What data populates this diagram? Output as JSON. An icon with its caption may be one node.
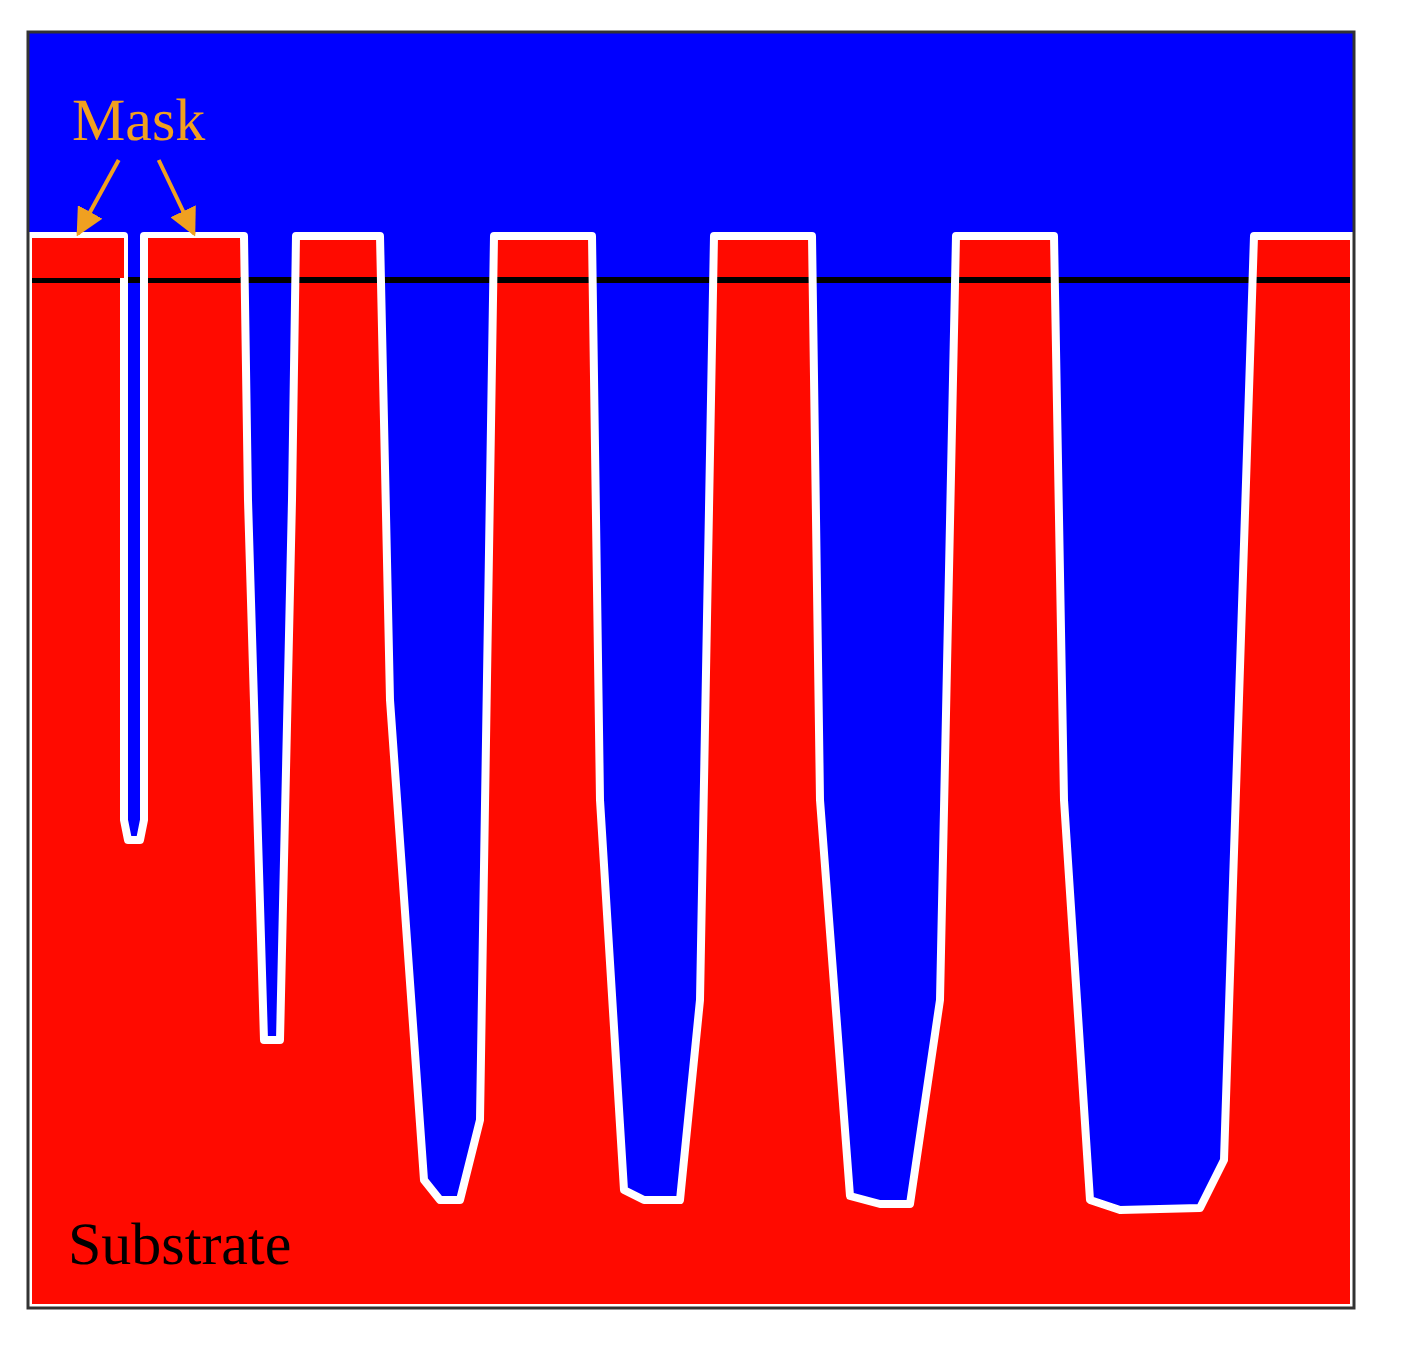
{
  "diagram": {
    "nodes": [
      {
        "text": [
          "Mask"
        ]
      },
      {
        "text": [],
        "shape": "box"
      },
      {
        "text": [],
        "shape": "box"
      }
    ],
    "edges": [
      {
        "from": 0,
        "to": 1,
        "arrow": "to",
        "color": "#f0a020"
      },
      {
        "from": 0,
        "to": 2,
        "arrow": "to",
        "color": "#f0a020"
      }
    ],
    "labels": [
      "Substrate"
    ]
  }
}
